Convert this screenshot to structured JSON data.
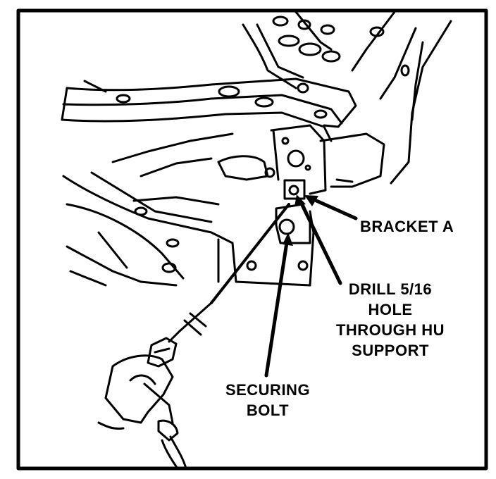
{
  "labels": {
    "bracket": "BRACKET A",
    "drill": [
      "DRILL 5/16",
      "HOLE",
      "THROUGH HU",
      "SUPPORT"
    ],
    "bolt": [
      "SECURING",
      "BOLT"
    ]
  },
  "colors": {
    "line": "#000000",
    "background": "#ffffff"
  }
}
